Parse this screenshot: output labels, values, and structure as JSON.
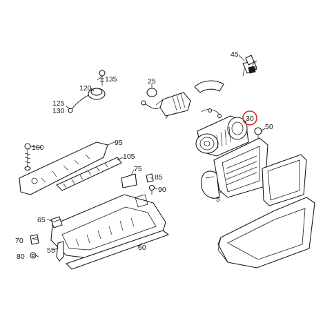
{
  "diagram": {
    "highlight_color": "#d6282c",
    "line_color": "#1a1a1a",
    "callouts": {
      "c5": "5",
      "c25": "25",
      "c30": "30",
      "c45": "45",
      "c50": "50",
      "c55": "55",
      "c60": "60",
      "c65": "65",
      "c70": "70",
      "c75": "75",
      "c80": "80",
      "c85": "85",
      "c90": "90",
      "c95": "95",
      "c100": "100",
      "c105": "105",
      "c120": "120",
      "c125": "125",
      "c130": "130",
      "c135": "135"
    },
    "highlighted_callout": "30"
  }
}
